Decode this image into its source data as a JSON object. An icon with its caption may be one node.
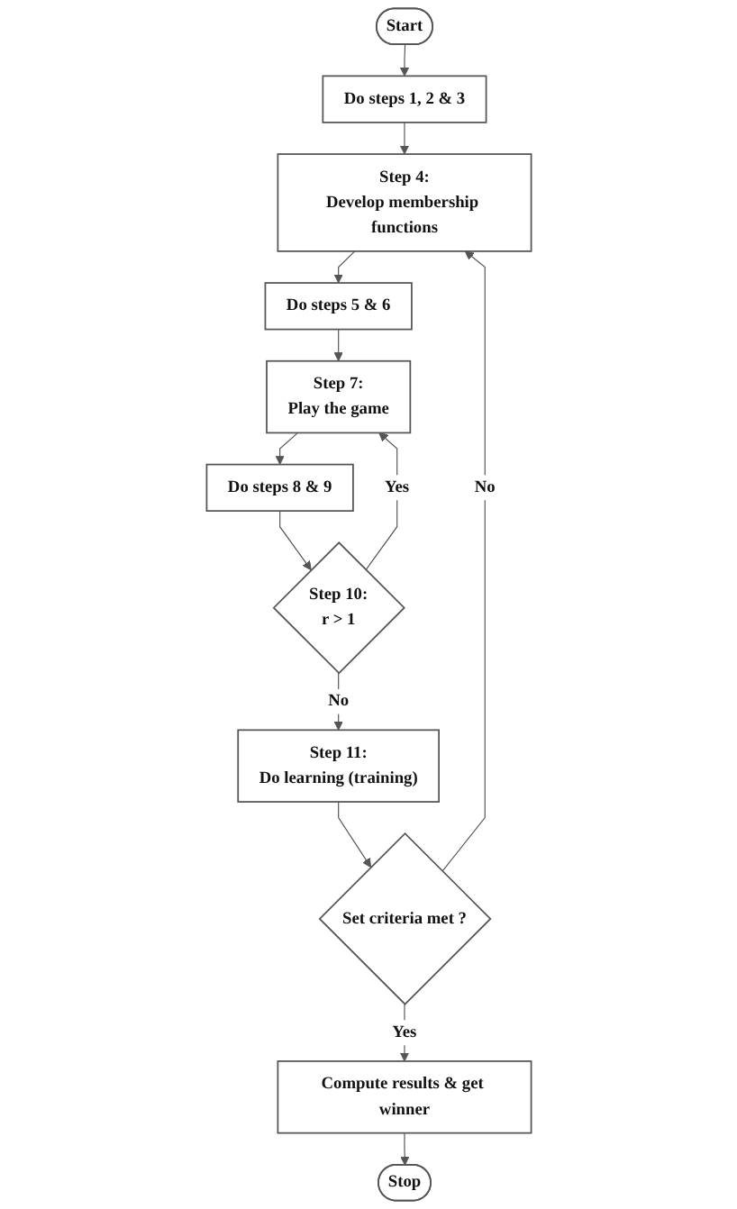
{
  "diagram": {
    "nodes": [
      {
        "text": [
          "Start"
        ]
      },
      {
        "text": [
          "Do steps 1, 2 & 3"
        ]
      },
      {
        "text": [
          "Step 4:",
          "Develop membership functions"
        ]
      },
      {
        "text": [
          "Do steps 5 & 6"
        ]
      },
      {
        "text": [
          "Step 7:",
          "Play the game"
        ]
      },
      {
        "text": [
          "Do steps 8 & 9"
        ]
      },
      {
        "text": [
          "Step 10:",
          "r > 1"
        ]
      },
      {
        "text": [
          "Step 11:",
          "Do learning (training)"
        ]
      },
      {
        "text": [
          "Set criteria met ?"
        ]
      },
      {
        "text": [
          "Compute results & get winner"
        ]
      },
      {
        "text": [
          "Stop"
        ]
      }
    ],
    "edges": [
      {
        "from": 0,
        "to": 1,
        "arrow": "to"
      },
      {
        "from": 1,
        "to": 2,
        "arrow": "to"
      },
      {
        "from": 2,
        "to": 3,
        "arrow": "to"
      },
      {
        "from": 3,
        "to": 4,
        "arrow": "to"
      },
      {
        "from": 4,
        "to": 5,
        "arrow": "to"
      },
      {
        "from": 5,
        "to": 6,
        "arrow": "to"
      },
      {
        "from": 6,
        "to": 4,
        "label": "Yes",
        "arrow": "to"
      },
      {
        "from": 6,
        "to": 7,
        "label": "No",
        "arrow": "to"
      },
      {
        "from": 7,
        "to": 8,
        "arrow": "to"
      },
      {
        "from": 8,
        "to": 2,
        "label": "No",
        "arrow": "to"
      },
      {
        "from": 8,
        "to": 9,
        "label": "Yes",
        "arrow": "to"
      },
      {
        "from": 9,
        "to": 10,
        "arrow": "to"
      }
    ]
  }
}
